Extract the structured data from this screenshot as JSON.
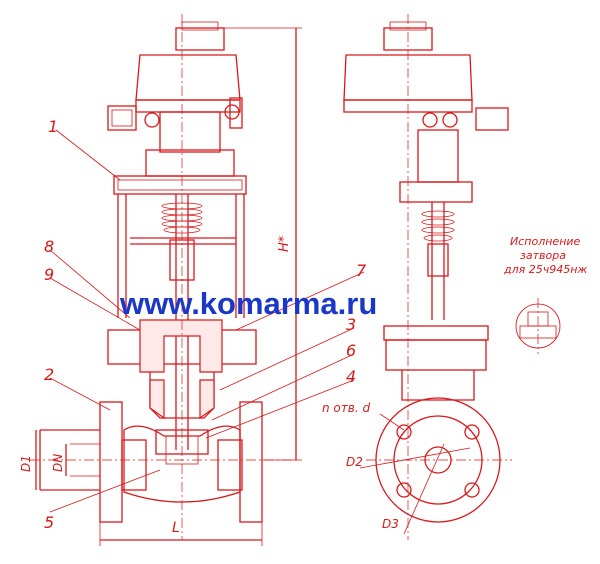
{
  "labels": {
    "p1": "1",
    "p2": "2",
    "p3": "3",
    "p4": "4",
    "p5": "5",
    "p6": "6",
    "p7": "7",
    "p8": "8",
    "p9": "9",
    "dim_l": "L",
    "dim_h": "H*",
    "dim_d1": "D1",
    "dim_dn": "DN",
    "dim_d2": "D2",
    "dim_d3": "D3",
    "holes": "n отв. d"
  },
  "note": {
    "line1": "Исполнение",
    "line2": "затвора",
    "line3": "для 25ч945нж"
  },
  "watermark": "www.komarma.ru",
  "colors": {
    "drawing": "#d6191c",
    "watermark": "#1a37c8"
  }
}
